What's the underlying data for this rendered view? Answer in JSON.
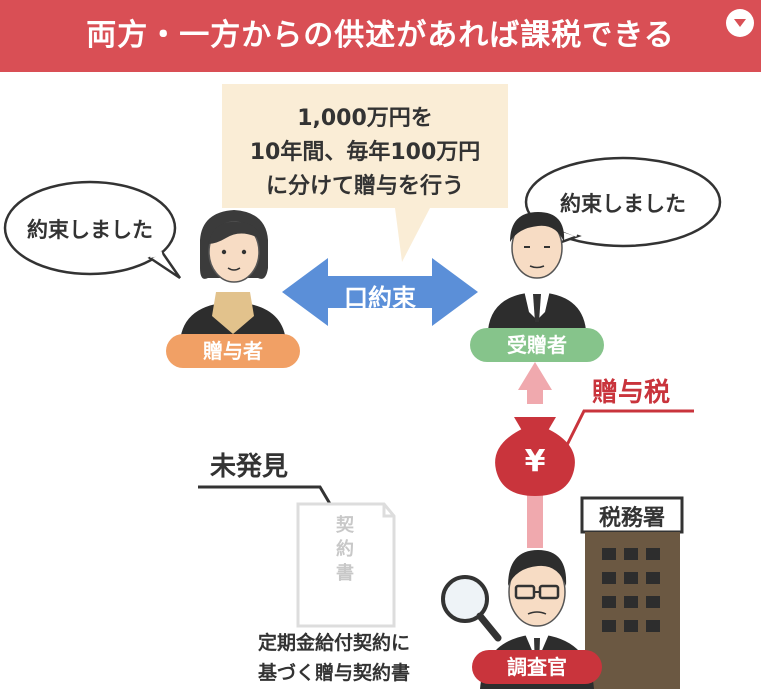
{
  "header": {
    "title": "両方・一方からの供述があれば課税できる",
    "dropdown_icon": "chevron-down-icon"
  },
  "agreement_box": {
    "line1": "1,000万円を",
    "line2": "10年間、毎年100万円",
    "line3": "に分けて贈与を行う"
  },
  "speech_left": "約束しました",
  "speech_right": "約束しました",
  "verbal_promise": "口約束",
  "donor_label": "贈与者",
  "recipient_label": "受贈者",
  "gift_tax_label": "贈与税",
  "yen_symbol": "¥",
  "undiscovered_label": "未発見",
  "document_text": "契約書",
  "tax_office_label": "税務署",
  "document_caption": {
    "line1": "定期金給付契約に",
    "line2": "基づく贈与契約書"
  },
  "investigator_label": "調査官",
  "colors": {
    "header": "#d94f55",
    "agreement_box": "#faedd6",
    "arrow_blue": "#5b8fd8",
    "donor_orange": "#f1a065",
    "recipient_green": "#86c48b",
    "red": "#c9343c",
    "pink_arrow": "#f0a9ae"
  }
}
